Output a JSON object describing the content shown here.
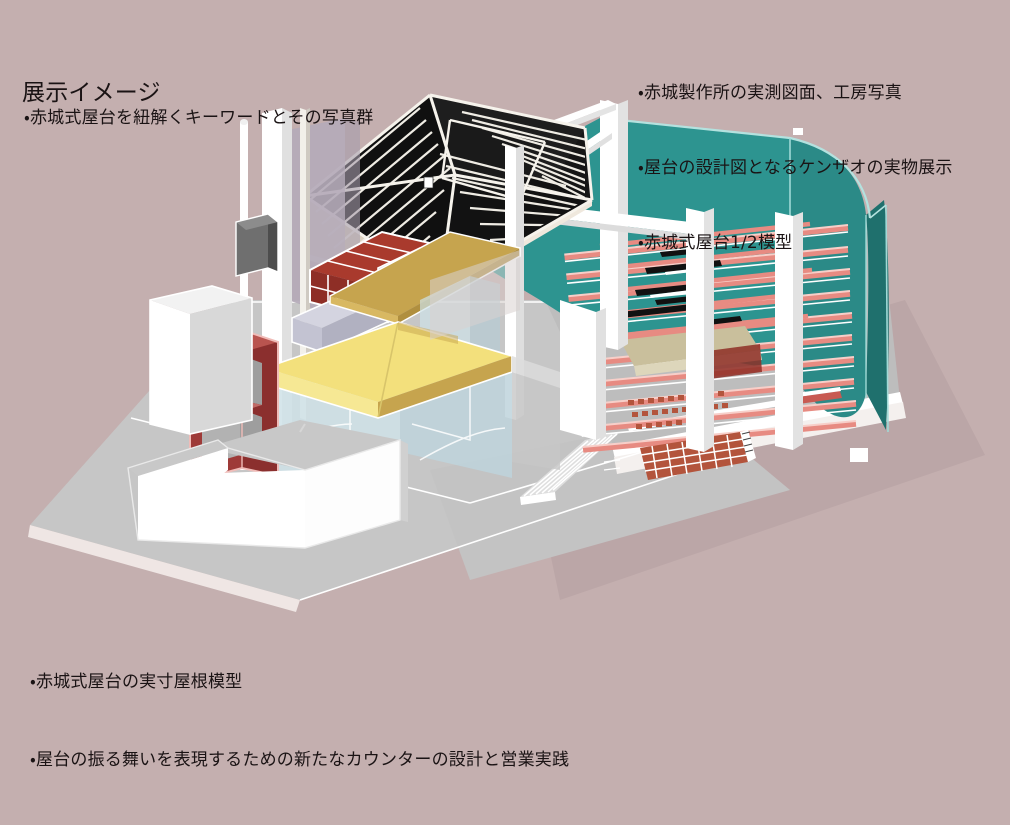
{
  "page": {
    "title": "展示イメージ",
    "background_color": "#c4afaf",
    "text_color": "#1a1314"
  },
  "annotations": {
    "title": "展示イメージ",
    "lead": [
      "・赤城式屋台を紐解くキーワードとその写真群"
    ],
    "top_right": [
      "・赤城製作所の実測図面、工房写真",
      "・屋台の設計図となるケンザオの実物展示",
      "・赤城式屋台1/2模型"
    ],
    "bottom_left": [
      "・赤城式屋台の実寸屋根模型",
      "・屋台の振る舞いを表現するための新たなカウンターの設計と営業実践"
    ]
  },
  "scene": {
    "name": "exhibition-3d-isometric-rendering",
    "description": "赤城式屋台 展示空間の3Dアイソメ図",
    "palette": {
      "background": "#c4afaf",
      "floor_grey": "#c6c6c6",
      "floor_grey_dark": "#b9b9b9",
      "floor_mauve": "#bba6a7",
      "white_frame": "#ffffff",
      "white_frame_shade": "#e6e6e6",
      "roof_black": "#161616",
      "roof_black_light": "#2a2a2a",
      "roof_rib": "#f2f0ea",
      "teal_wall": "#2d9490",
      "teal_wall_dark": "#237a77",
      "teal_edge": "#9fd9d6",
      "rail_salmon": "#e78b82",
      "rail_salmon_light": "#f3b7b1",
      "brick_dark_red": "#8e2e26",
      "brick_red": "#a93a2d",
      "shelf_red": "#9e3a38",
      "shelf_red_light": "#c06a66",
      "counter_top_yellow": "#f3e07c",
      "counter_side_gold": "#c6a44e",
      "counter_glass": "#cfe2e8",
      "counter_glass_dark": "#b6ccd4",
      "block_lavender": "#c3c3d2",
      "block_lavender_shade": "#9d9dae",
      "panel_lavender": "#b4aab8",
      "monitor_grey": "#6f6f6f",
      "monitor_grey_dark": "#4d4d4d"
    },
    "elements": [
      {
        "name": "hipped-roof-model",
        "label": "赤城式屋台の実寸屋根模型",
        "color": "#161616"
      },
      {
        "name": "teal-curved-wall",
        "label": "展示壁（曲面）",
        "color": "#2d9490"
      },
      {
        "name": "kenzao-rack",
        "label": "ケンザオ実物展示ラック",
        "color": "#e78b82"
      },
      {
        "name": "half-scale-model",
        "label": "赤城式屋台1/2模型",
        "color": "#b3543c"
      },
      {
        "name": "counter-yellow",
        "label": "新たなカウンター",
        "color": "#f3e07c"
      },
      {
        "name": "brick-row",
        "label": "赤煉瓦積み展示",
        "color": "#8e2e26"
      },
      {
        "name": "red-shelf-frame",
        "label": "赤い棚フレーム",
        "color": "#9e3a38"
      },
      {
        "name": "white-stepped-block",
        "label": "白いベンチ／什器",
        "color": "#ffffff"
      },
      {
        "name": "display-monitor",
        "label": "モニター",
        "color": "#6f6f6f"
      },
      {
        "name": "lavender-panel",
        "label": "写真パネル",
        "color": "#b4aab8"
      },
      {
        "name": "floor-plate",
        "label": "展示床",
        "color": "#c6c6c6"
      }
    ]
  }
}
